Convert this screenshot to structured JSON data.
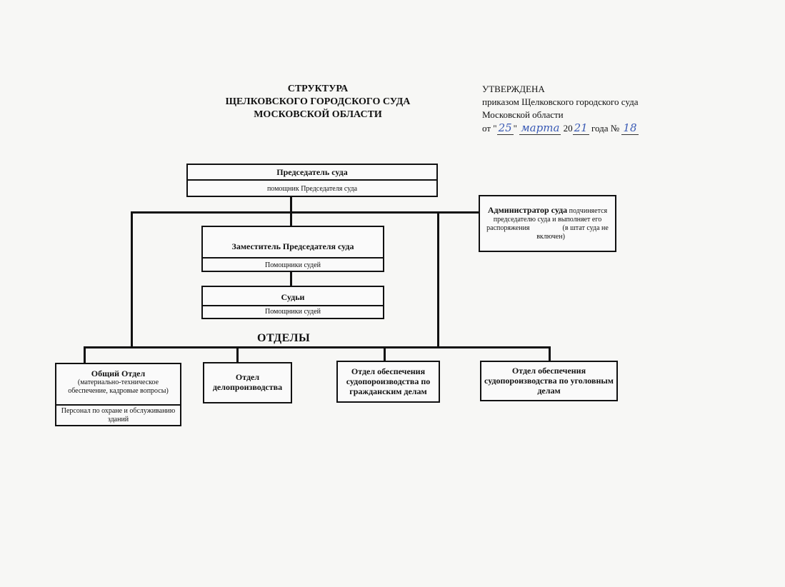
{
  "header": {
    "title_lines": [
      "СТРУКТУРА",
      "ЩЕЛКОВСКОГО ГОРОДСКОГО СУДА",
      "МОСКОВСКОЙ ОБЛАСТИ"
    ],
    "approved_label": "УТВЕРЖДЕНА",
    "approved_line1": "приказом  Щелковского городского суда",
    "approved_line2": "Московской области",
    "date_prefix": "от \"",
    "date_day": "25",
    "date_quote_close": "\" ",
    "date_month": "марта",
    "date_year_prefix": " 20",
    "date_year": "21",
    "date_year_suffix": " года № ",
    "order_number": "18"
  },
  "chairman": {
    "title": "Председатель суда",
    "subtitle": "помощник Председателя суда"
  },
  "administrator": {
    "title": "Администратор суда",
    "text_1": " подчиняется",
    "text_2": "председателю суда и выполняет его",
    "text_3": "распоряжения",
    "text_4": "(в штат суда не",
    "text_5": "включен)"
  },
  "deputy": {
    "title": "Заместитель Председателя суда",
    "subtitle": "Помощники судей"
  },
  "judges": {
    "title": "Судьи",
    "subtitle": "Помощники судей"
  },
  "departments_label": "ОТДЕЛЫ",
  "departments": {
    "general": {
      "title": "Общий Отдел",
      "desc_1": "(материально-техническое",
      "desc_2": "обеспечение, кадровые вопросы)",
      "staff": "Персонал  по охране и обслуживанию зданий"
    },
    "records": {
      "line_1": "Отдел",
      "line_2": "делопроизводства"
    },
    "civil": {
      "line_1": "Отдел обеспечения",
      "line_2": "судопороизводства по",
      "line_3": "гражданским делам"
    },
    "criminal": {
      "line_1": "Отдел обеспечения",
      "line_2": "судопороизводства по уголовным",
      "line_3": "делам"
    }
  }
}
